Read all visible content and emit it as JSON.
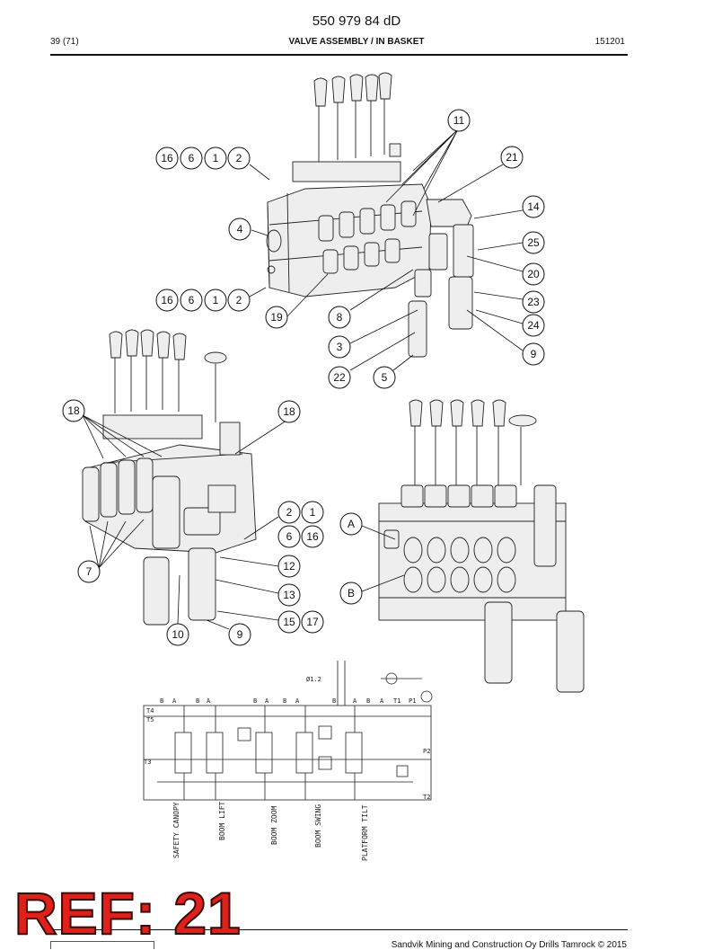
{
  "header": {
    "doc_number": "550 979 84 dD",
    "page": "39 (71)",
    "title": "VALVE ASSEMBLY / IN BASKET",
    "date_code": "151201"
  },
  "callouts": {
    "top": [
      "16",
      "6",
      "1",
      "2",
      "4",
      "16",
      "6",
      "1",
      "2",
      "19",
      "8",
      "3",
      "22",
      "5",
      "11",
      "21",
      "14",
      "25",
      "20",
      "23",
      "24",
      "9"
    ],
    "left": [
      "18",
      "18",
      "7",
      "2",
      "1",
      "6",
      "16",
      "12",
      "13",
      "15",
      "17",
      "10",
      "9"
    ],
    "right": [
      "A",
      "B"
    ]
  },
  "schematic": {
    "port_labels": [
      "B",
      "A",
      "B",
      "A",
      "B",
      "A",
      "B",
      "A",
      "B",
      "A",
      "B",
      "A",
      "T1",
      "P1",
      "T4",
      "T5",
      "T3",
      "P2",
      "T2"
    ],
    "dimension": "Ø1.2",
    "section_labels": [
      "SAFETY CANOPY",
      "BOOM LIFT",
      "BOOM ZOOM",
      "BOOM SWING",
      "PLATFORM TILT"
    ]
  },
  "footer": {
    "copyright": "Sandvik Mining and Construction Oy Drills Tamrock © 2015"
  },
  "overlay": {
    "ref_text": "REF: 21",
    "color": "#e0201b"
  }
}
